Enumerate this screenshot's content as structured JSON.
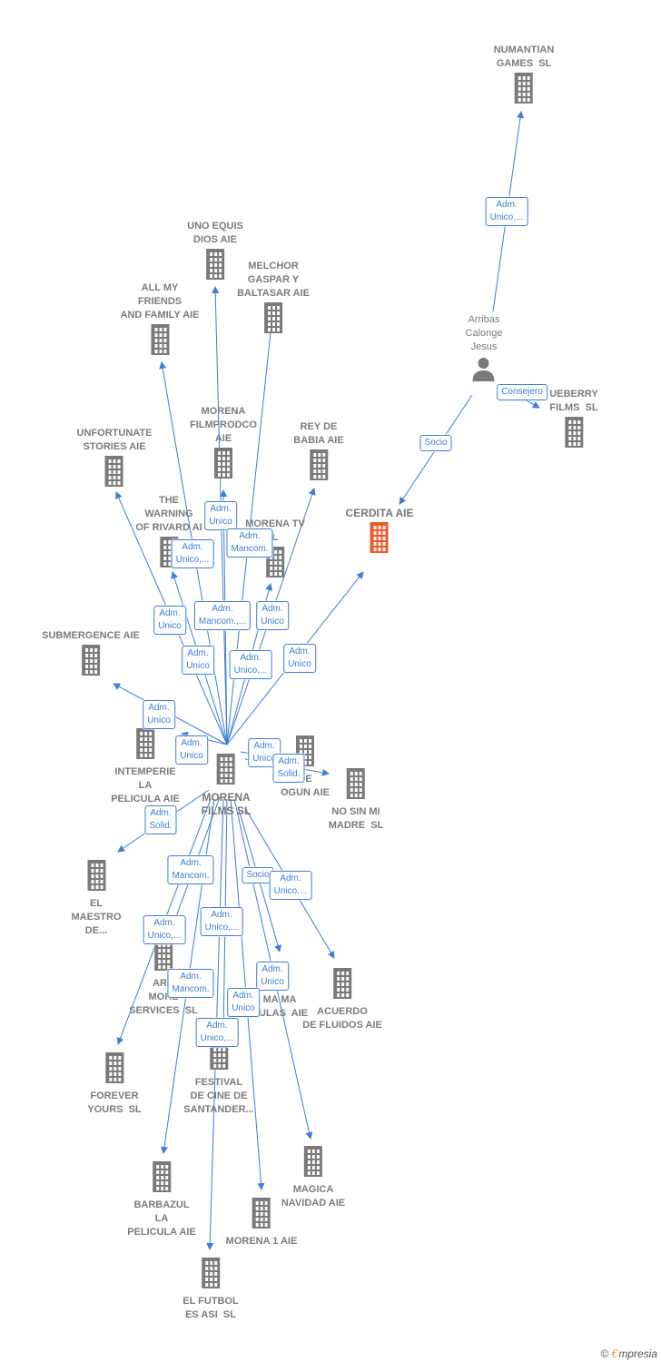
{
  "colors": {
    "edge": "#3d7fd4",
    "building": "#7a7a7a",
    "highlight": "#f0592a"
  },
  "nodes": {
    "numantian": "NUMANTIAN\nGAMES  SL",
    "arribas": "Arribas\nCalonge\nJesus",
    "blueberry": "UEBERRY\nFILMS  SL",
    "uno_equis": "UNO EQUIS\nDIOS AIE",
    "melchor": "MELCHOR\nGASPAR Y\nBALTASAR AIE",
    "all_my": "ALL MY\nFRIENDS\nAND FAMILY AIE",
    "morena_filmprod": "MORENA\nFILMPRODCO\nAIE",
    "rey_babia": "REY DE\nBABIA AIE",
    "unfortunate": "UNFORTUNATE\nSTORIES AIE",
    "cerdita": "CERDITA AIE",
    "warning": "THE\nWARNING\nOF RIVARD AI",
    "morena_tv": "MORENA TV\nL",
    "submergence": "SUBMERGENCE AIE",
    "intemperie": "INTEMPERIE\nLA\nPELICULA AIE",
    "ogun": "DE\nOGUN AIE",
    "no_sin": "NO SIN MI\nMADRE  SL",
    "morena_films": "MORENA\nFILMS SL",
    "maestro": "EL\nMAESTRO\nDE...",
    "arao": "ARA\nMORE\nSERVICES  SL",
    "acuerdo": "ACUERDO\nDE FLUIDOS AIE",
    "mama": "MA MA\nCULAS  AIE",
    "forever": "FOREVER\nYOURS  SL",
    "festival": "FESTIVAL\nDE CINE DE\nSANTANDER...",
    "barbazul": "BARBAZUL\nLA\nPELICULA AIE",
    "magica": "MAGICA\nNAVIDAD AIE",
    "morena1": "MORENA 1 AIE",
    "futbol": "EL FUTBOL\nES ASI  SL"
  },
  "badges": {
    "b_num": "Adm.\nUnico,...",
    "b_cons": "Consejero",
    "b_socio1": "Socio",
    "b_mfp": "Adm.\nUnico",
    "b_warn": "Adm.\nUnico,...",
    "b_tv": "Adm.\nMancom.",
    "b_unf": "Adm.\nUnico",
    "b_mid1": "Adm.\nMancom.,...",
    "b_rey": "Adm.\nUnico",
    "b_cer": "Adm.\nUnico",
    "b_all": "Adm.\nUnico",
    "b_mid2": "Adm.\nUnico,...",
    "b_sub": "Adm.\nUnico",
    "b_int": "Adm.\nUnico",
    "b_ogun": "Adm.\nUnico",
    "b_nosin": "Adm.\nSolid.",
    "b_mae": "Adm.\nSolid.",
    "b_mancom3": "Adm.\nMancom.",
    "b_socio2": "Socio",
    "b_acu": "Adm.\nUnico,...",
    "b_forever": "Adm.\nUnico,...",
    "b_fest1": "Adm.\nUnico,...",
    "b_mama": "Adm.\nUnico",
    "b_barb": "Adm.\nMancom.",
    "b_morena1": "Adm.\nUnico",
    "b_futbol": "Adm.\nUnico,..."
  },
  "footer": {
    "copyright": "©",
    "brand_e": "€",
    "brand_rest": "mpresia"
  }
}
